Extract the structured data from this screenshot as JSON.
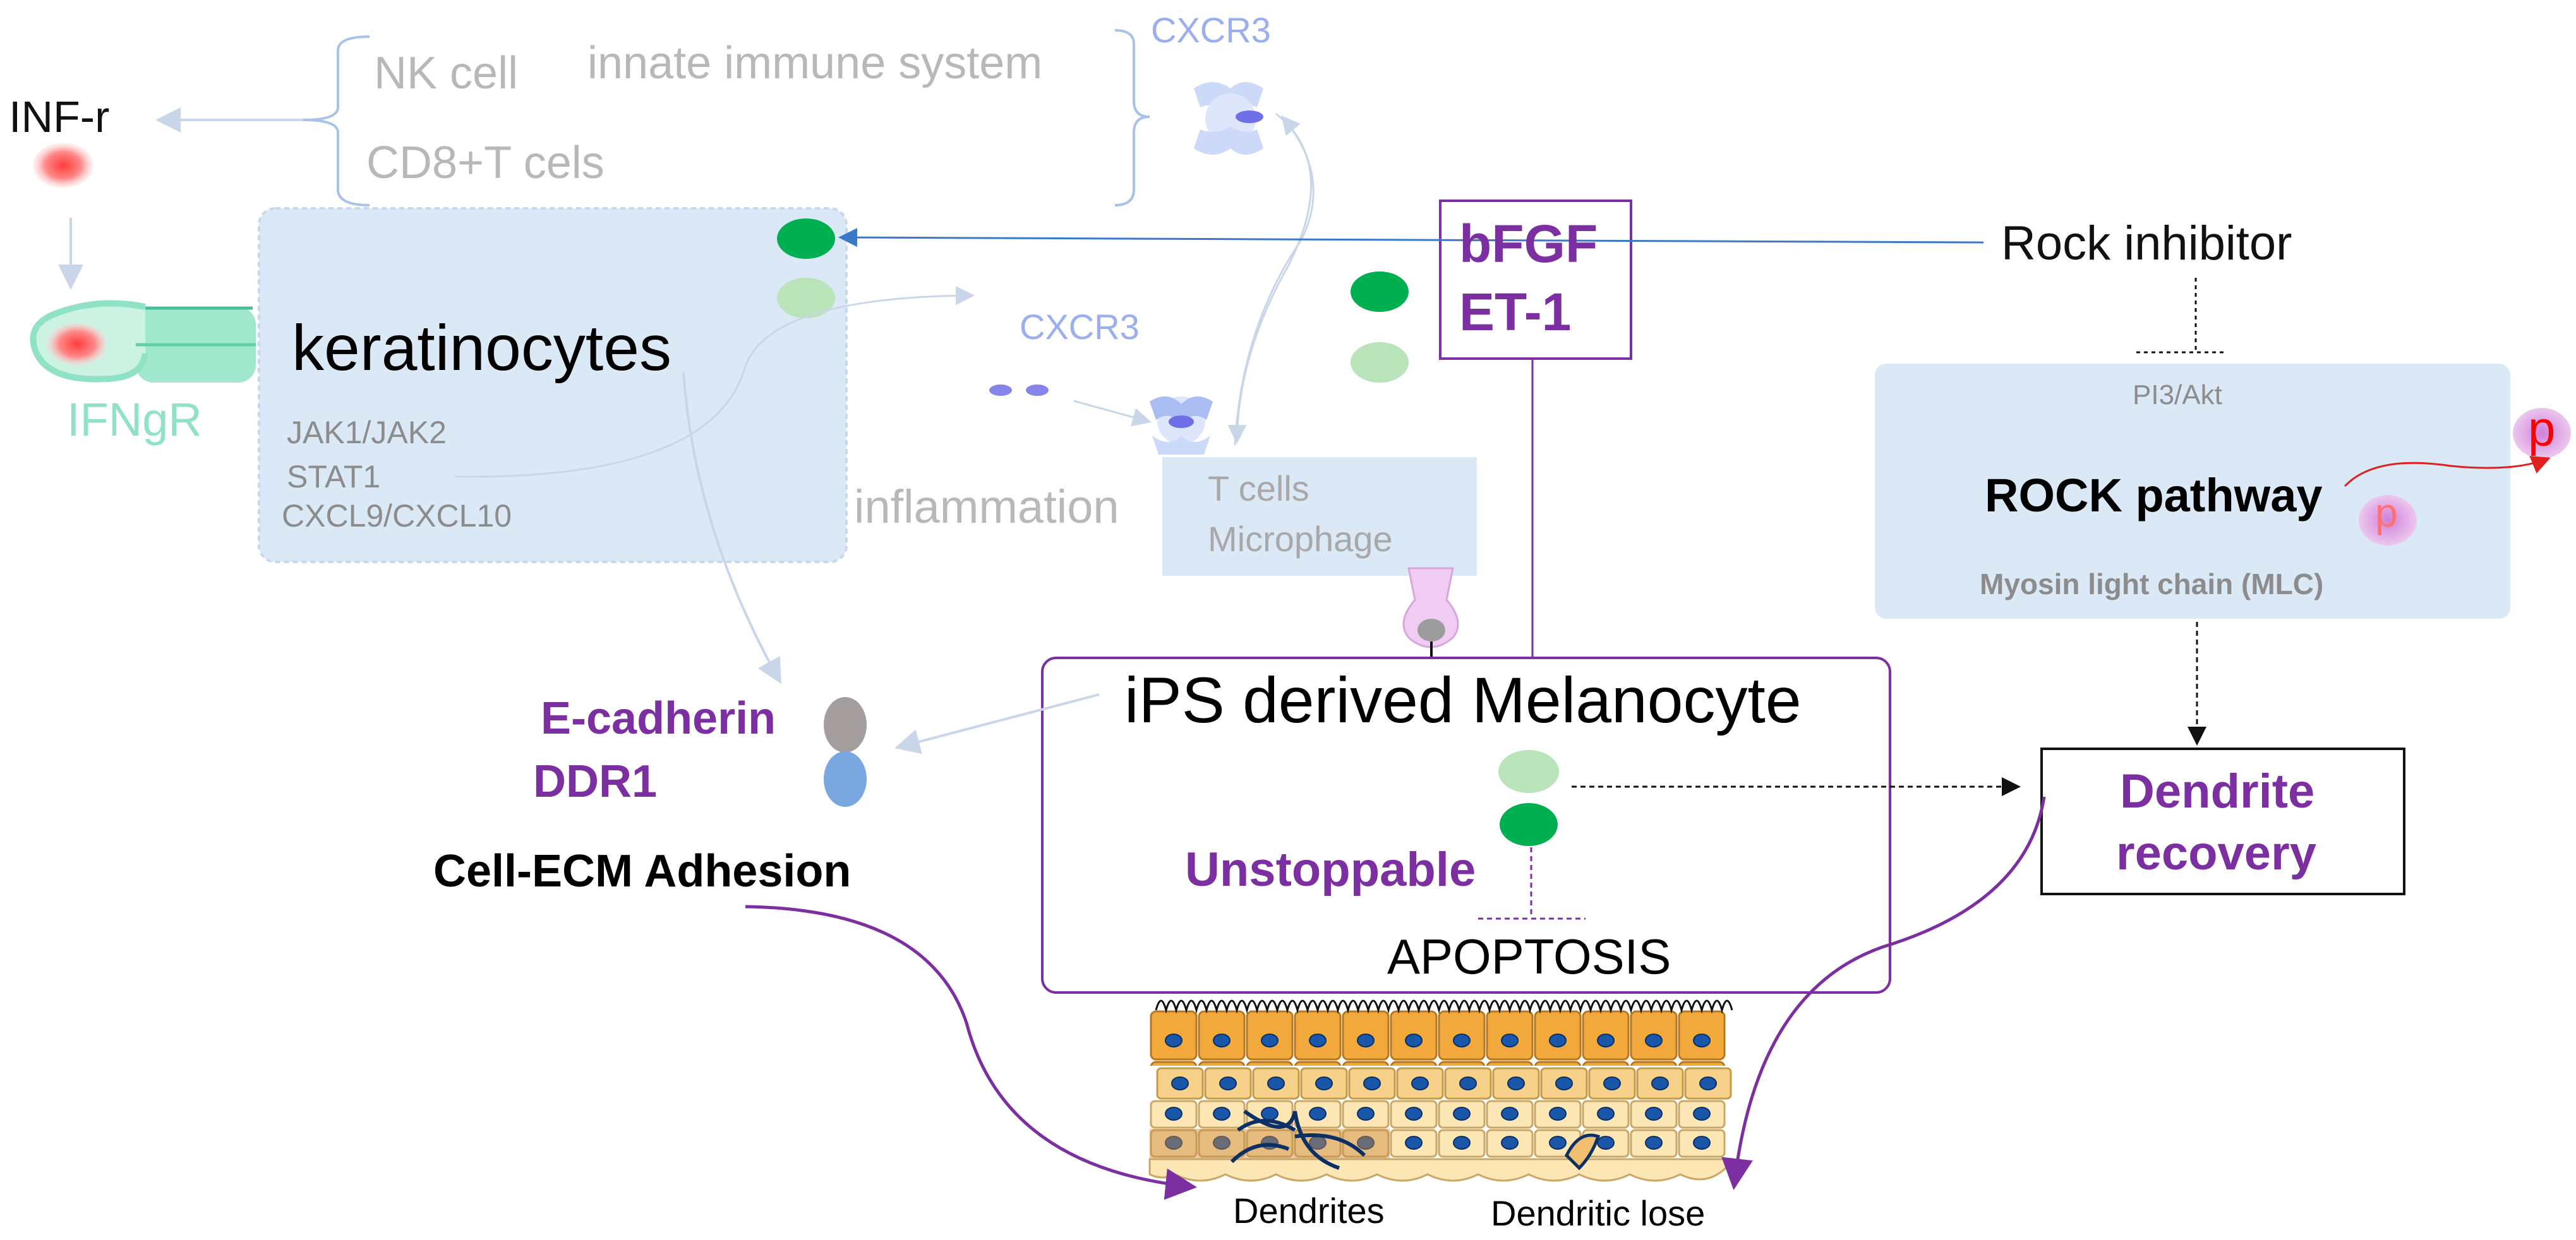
{
  "immune": {
    "inf_r": "INF-r",
    "nk_cell": "NK cell",
    "innate": "innate immune system",
    "cd8": "CD8+T cels",
    "ifngr": "IFNgR"
  },
  "keratinocytes": {
    "title": "keratinocytes",
    "jak": "JAK1/JAK2",
    "stat": "STAT1",
    "cxcl": "CXCL9/CXCL10"
  },
  "cxcr3_top": "CXCR3",
  "cxcr3_mid": "CXCR3",
  "inflammation": "inflammation",
  "tcells": {
    "line1": "T cells",
    "line2": "Microphage"
  },
  "factors": {
    "bfgf": "bFGF",
    "et1": "ET-1"
  },
  "rock": {
    "inhibitor": "Rock inhibitor",
    "pi3": "PI3/Akt",
    "pathway": "ROCK pathway",
    "mlc": "Myosin light chain (MLC)",
    "p1": "p",
    "p2": "p"
  },
  "melanocyte": {
    "title": "iPS derived Melanocyte",
    "unstoppable": "Unstoppable",
    "apoptosis": "APOPTOSIS"
  },
  "adhesion": {
    "ecadherin": "E-cadherin",
    "ddr1": "DDR1",
    "cell_ecm": "Cell-ECM Adhesion"
  },
  "dendrite_recovery": {
    "line1": "Dendrite",
    "line2": "recovery"
  },
  "tissue": {
    "dendrites": "Dendrites",
    "dendritic_lose": "Dendritic lose"
  },
  "colors": {
    "purple": "#7b2fa0",
    "light_blue_box": "#dbe8f5",
    "green_dark": "#00b050",
    "green_light": "#b9e3b8",
    "faded_gray": "#b8b8b8",
    "cxcr3_blue": "#9aaef0",
    "ifngr_green": "#8fe3c4",
    "blue_arrow": "#3a78c8"
  }
}
